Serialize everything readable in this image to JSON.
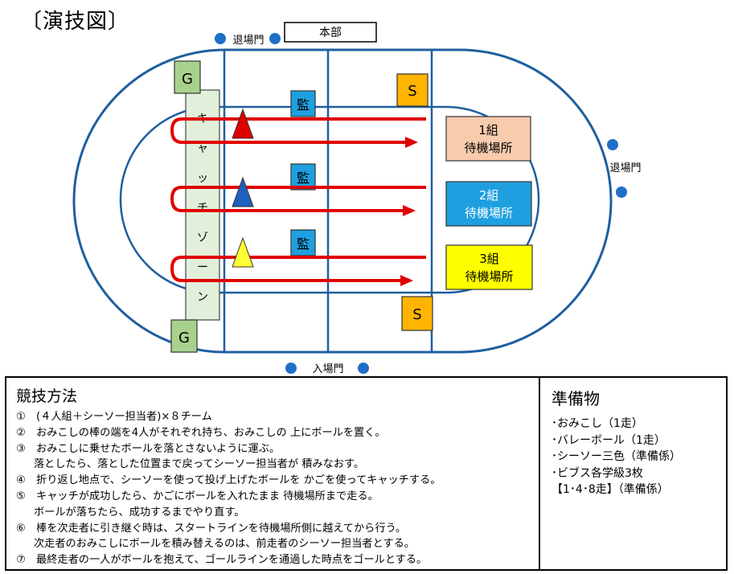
{
  "title": "〔演技図〕",
  "top": {
    "headquarters": "本部",
    "exit_gate": "退場門"
  },
  "right": {
    "exit_gate": "退場門"
  },
  "bottom": {
    "entrance_gate": "入場門"
  },
  "goal_label": "G",
  "start_label": "S",
  "supervisor_label": "監",
  "catch_zone": [
    "キ",
    "ャ",
    "ッ",
    "チ",
    "ゾ",
    "ー",
    "ン"
  ],
  "groups": [
    {
      "name": "1組",
      "area": "待機場所",
      "fill": "#f8cbad",
      "cone": "#e00000"
    },
    {
      "name": "2組",
      "area": "待機場所",
      "fill": "#1ea0e0",
      "cone": "#1f5fbf"
    },
    {
      "name": "3組",
      "area": "待機場所",
      "fill": "#ffff00",
      "cone": "#ffff33"
    }
  ],
  "colors": {
    "track": "#1f5f9f",
    "arrow": "#e00000",
    "goal_fill": "#a9d18e",
    "start_fill": "#ffb400",
    "zone_fill": "#e2efda",
    "marker": "#1f6fc8"
  },
  "rules": {
    "heading": "競技方法",
    "lines": [
      {
        "text": "①　(４人組＋シーソー担当者)×８チーム",
        "cont": false
      },
      {
        "text": "②　おみこしの棒の端を4人がそれぞれ持ち、おみこしの 上にボールを置く。",
        "cont": false
      },
      {
        "text": "③　おみこしに乗せたボールを落とさないように運ぶ。",
        "cont": false
      },
      {
        "text": "落としたら、落とした位置まで戻ってシーソー担当者が 積みなおす。",
        "cont": true
      },
      {
        "text": "④　折り返し地点で、シーソーを使って投げ上げたボールを かごを使ってキャッチする。",
        "cont": false
      },
      {
        "text": "⑤　キャッチが成功したら、かごにボールを入れたまま 待機場所まで走る。",
        "cont": false
      },
      {
        "text": "ボールが落ちたら、成功するまでやり直す。",
        "cont": true
      },
      {
        "text": "⑥　棒を次走者に引き継ぐ時は、スタートラインを待機場所側に越えてから行う。",
        "cont": false
      },
      {
        "text": "次走者のおみこしにボールを積み替えるのは、前走者のシーソー担当者とする。",
        "cont": true
      },
      {
        "text": "⑦　最終走者の一人がボールを抱えて、ゴールラインを通過した時点をゴールとする。",
        "cont": false
      }
    ]
  },
  "preparation": {
    "heading": "準備物",
    "items": [
      "･おみこし（1走）",
      "･バレーボール（1走）",
      "･シーソー三色（準備係）",
      "･ビブス各学級3枚",
      "【1･4･8走】（準備係）"
    ]
  }
}
